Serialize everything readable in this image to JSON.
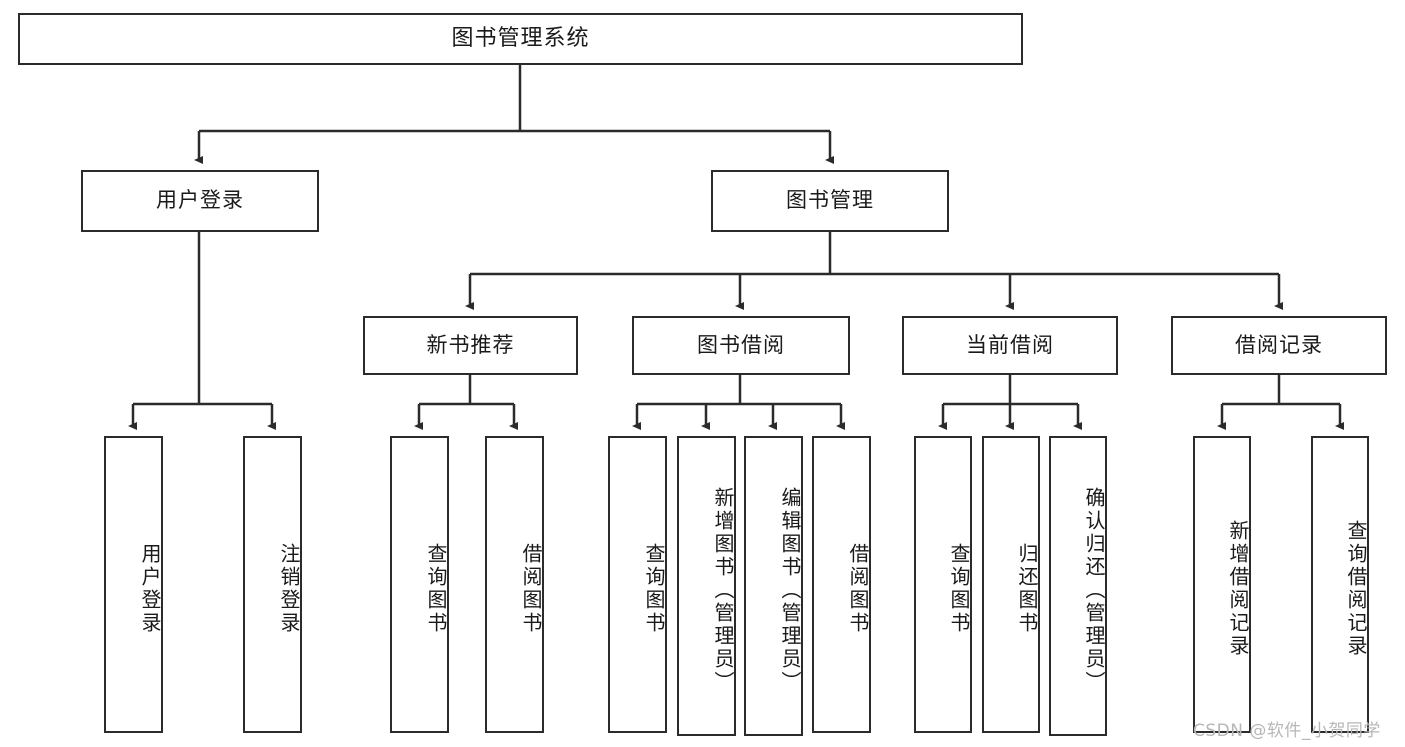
{
  "diagram": {
    "title": "图书管理系统",
    "type": "tree-hierarchy-chart",
    "watermark": "CSDN @软件_小贺同学",
    "nodes": {
      "root": {
        "label": "图书管理系统"
      },
      "level2": [
        {
          "label": "用户登录"
        },
        {
          "label": "图书管理"
        }
      ],
      "level3": [
        {
          "label": "新书推荐"
        },
        {
          "label": "图书借阅"
        },
        {
          "label": "当前借阅"
        },
        {
          "label": "借阅记录"
        }
      ],
      "leaves_user_login": [
        {
          "label": "用户登录"
        },
        {
          "label": "注销登录"
        }
      ],
      "leaves_new_book": [
        {
          "label": "查询图书"
        },
        {
          "label": "借阅图书"
        }
      ],
      "leaves_book_borrow": [
        {
          "label": "查询图书"
        },
        {
          "label": "新增图书（管理员）"
        },
        {
          "label": "编辑图书（管理员）"
        },
        {
          "label": "借阅图书"
        }
      ],
      "leaves_current_borrow": [
        {
          "label": "查询图书"
        },
        {
          "label": "归还图书"
        },
        {
          "label": "确认归还（管理员）"
        }
      ],
      "leaves_borrow_record": [
        {
          "label": "新增借阅记录"
        },
        {
          "label": "查询借阅记录"
        }
      ]
    },
    "colors": {
      "stroke": "#2b2b2b",
      "fill": "#ffffff",
      "text": "#1a1a1a",
      "watermark": "#b7b7b7"
    }
  }
}
